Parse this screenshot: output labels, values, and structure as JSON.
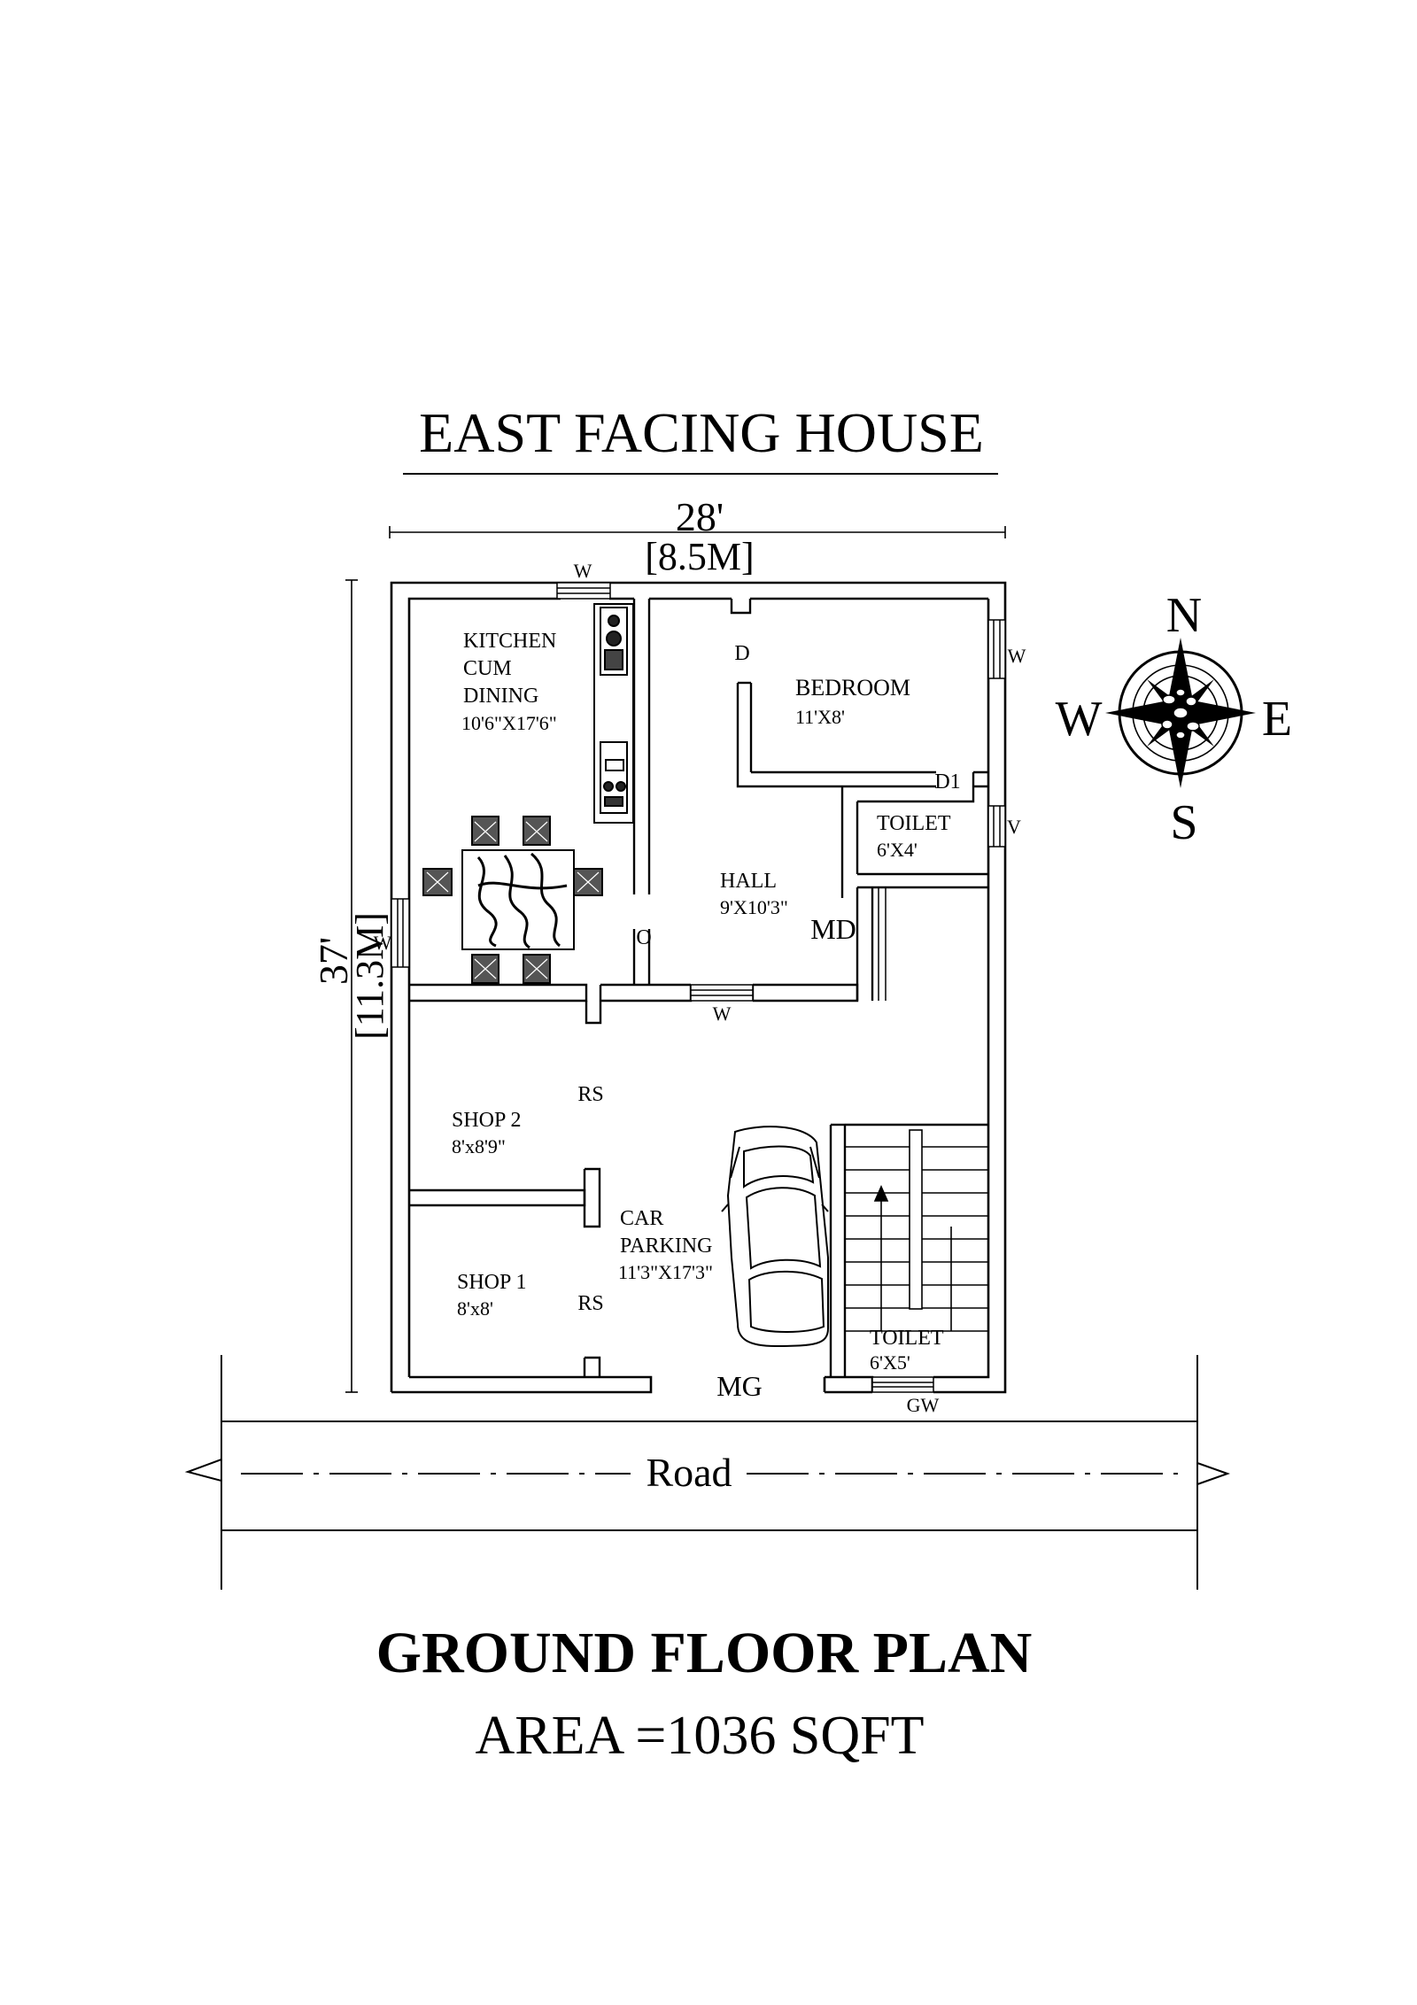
{
  "title": "EAST FACING HOUSE",
  "width_dim": {
    "feet": "28'",
    "meters": "[8.5M]"
  },
  "depth_dim": {
    "feet": "37'",
    "meters": "[11.3M]"
  },
  "rooms": {
    "kitchen": {
      "line1": "KITCHEN",
      "line2": "CUM",
      "line3": "DINING",
      "size": "10'6\"X17'6\""
    },
    "bedroom": {
      "name": "BEDROOM",
      "size": "11'X8'"
    },
    "toilet_top": {
      "name": "TOILET",
      "size": "6'X4'"
    },
    "hall": {
      "name": "HALL",
      "size": "9'X10'3\""
    },
    "shop2": {
      "name": "SHOP 2",
      "size": "8'x8'9\""
    },
    "shop1": {
      "name": "SHOP 1",
      "size": "8'x8'"
    },
    "car_parking": {
      "line1": "CAR",
      "line2": "PARKING",
      "size": "11'3\"X17'3\""
    },
    "toilet_bottom": {
      "name": "TOILET",
      "size": "6'X5'"
    }
  },
  "openings": {
    "w_kitchen_top": "W",
    "w_bedroom": "W",
    "w_kitchen_west": "W",
    "w_hall_south": "W",
    "v_toilet": "V",
    "d_bedroom": "D",
    "d1_toilet": "D1",
    "o_opening": "O",
    "md": "MD",
    "rs_shop2": "RS",
    "rs_shop1": "RS",
    "mg": "MG",
    "gw": "GW"
  },
  "compass": {
    "north": "N",
    "south": "S",
    "east": "E",
    "west": "W"
  },
  "road_label": "Road",
  "plan_name": "GROUND FLOOR PLAN",
  "area": "AREA =1036 SQFT"
}
